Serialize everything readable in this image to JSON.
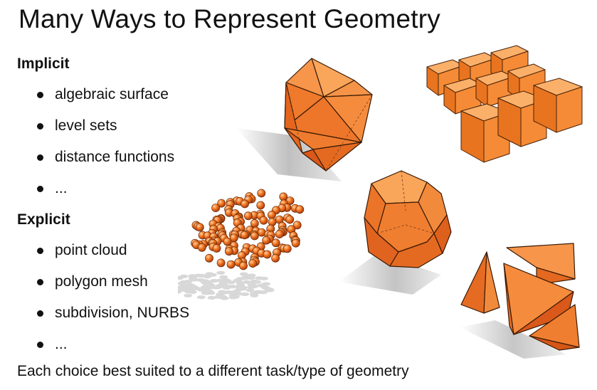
{
  "slide": {
    "title": "Many Ways to Represent Geometry",
    "implicit": {
      "heading": "Implicit",
      "items": [
        "algebraic surface",
        "level sets",
        "distance functions",
        "..."
      ]
    },
    "explicit": {
      "heading": "Explicit",
      "items": [
        "point cloud",
        "polygon mesh",
        "subdivision, NURBS",
        "..."
      ]
    },
    "footer": "Each choice best suited to a different task/type of geometry"
  },
  "illustrations": {
    "shape_color": "#f07828",
    "shadow_color": "#c8c8c8",
    "items": [
      "icosahedron-icon",
      "voxel-grid-icon",
      "point-cloud-icon",
      "dodecahedron-icon",
      "exploded-tetrahedra-icon"
    ]
  }
}
